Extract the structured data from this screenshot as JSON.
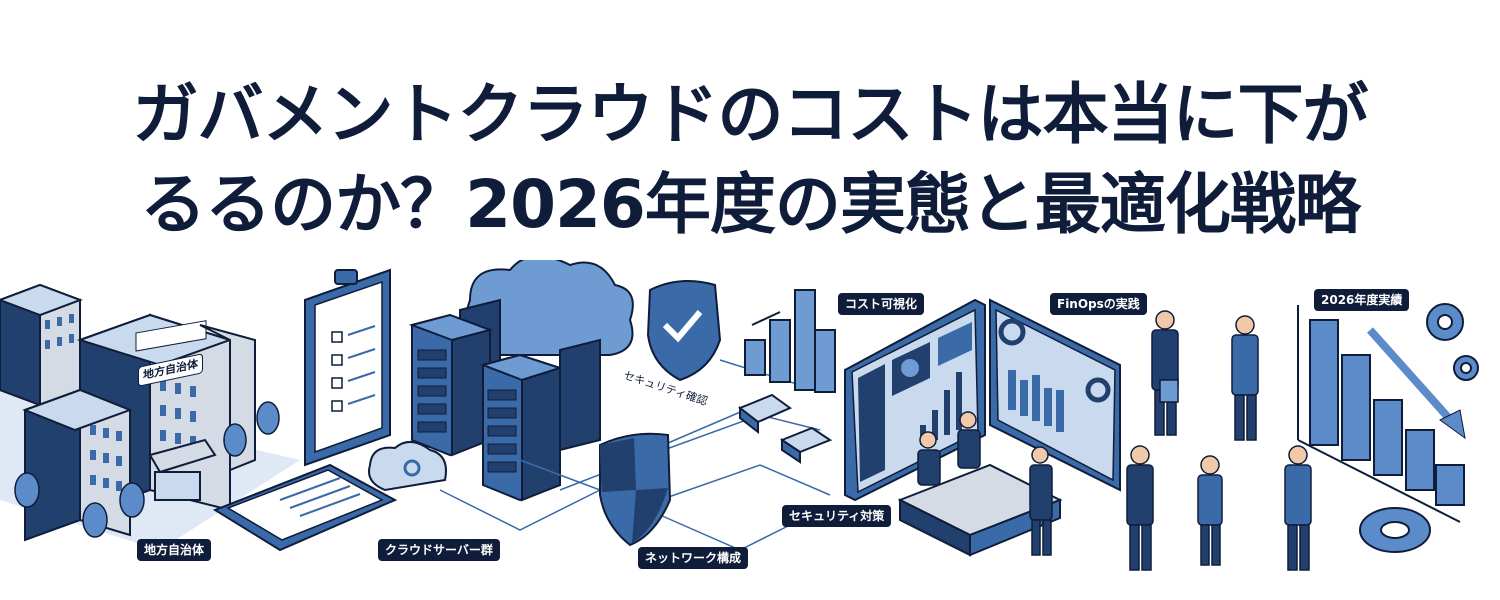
{
  "title": {
    "line1": "ガバメントクラウドのコストは本当に下が",
    "line2": "るるのか？2026年度の実態と最適化戦略"
  },
  "illustration": {
    "colors": {
      "navy": "#0f1d3a",
      "dark_blue": "#22406e",
      "mid_blue": "#3b6aa8",
      "light_blue": "#6f9bd3",
      "pale_blue": "#c9d9ee",
      "gray": "#d4dbe5"
    },
    "building_sign": "地方自治体",
    "floating_text": "セキュリティ確認",
    "labels": [
      {
        "id": "local-gov",
        "text": "地方自治体"
      },
      {
        "id": "cloud-servers",
        "text": "クラウドサーバー群"
      },
      {
        "id": "network",
        "text": "ネットワーク構成"
      },
      {
        "id": "security",
        "text": "セキュリティ対策"
      },
      {
        "id": "cost-visibility",
        "text": "コスト可視化"
      },
      {
        "id": "finops",
        "text": "FinOpsの実践"
      },
      {
        "id": "results-2026",
        "text": "2026年度実績"
      }
    ]
  }
}
